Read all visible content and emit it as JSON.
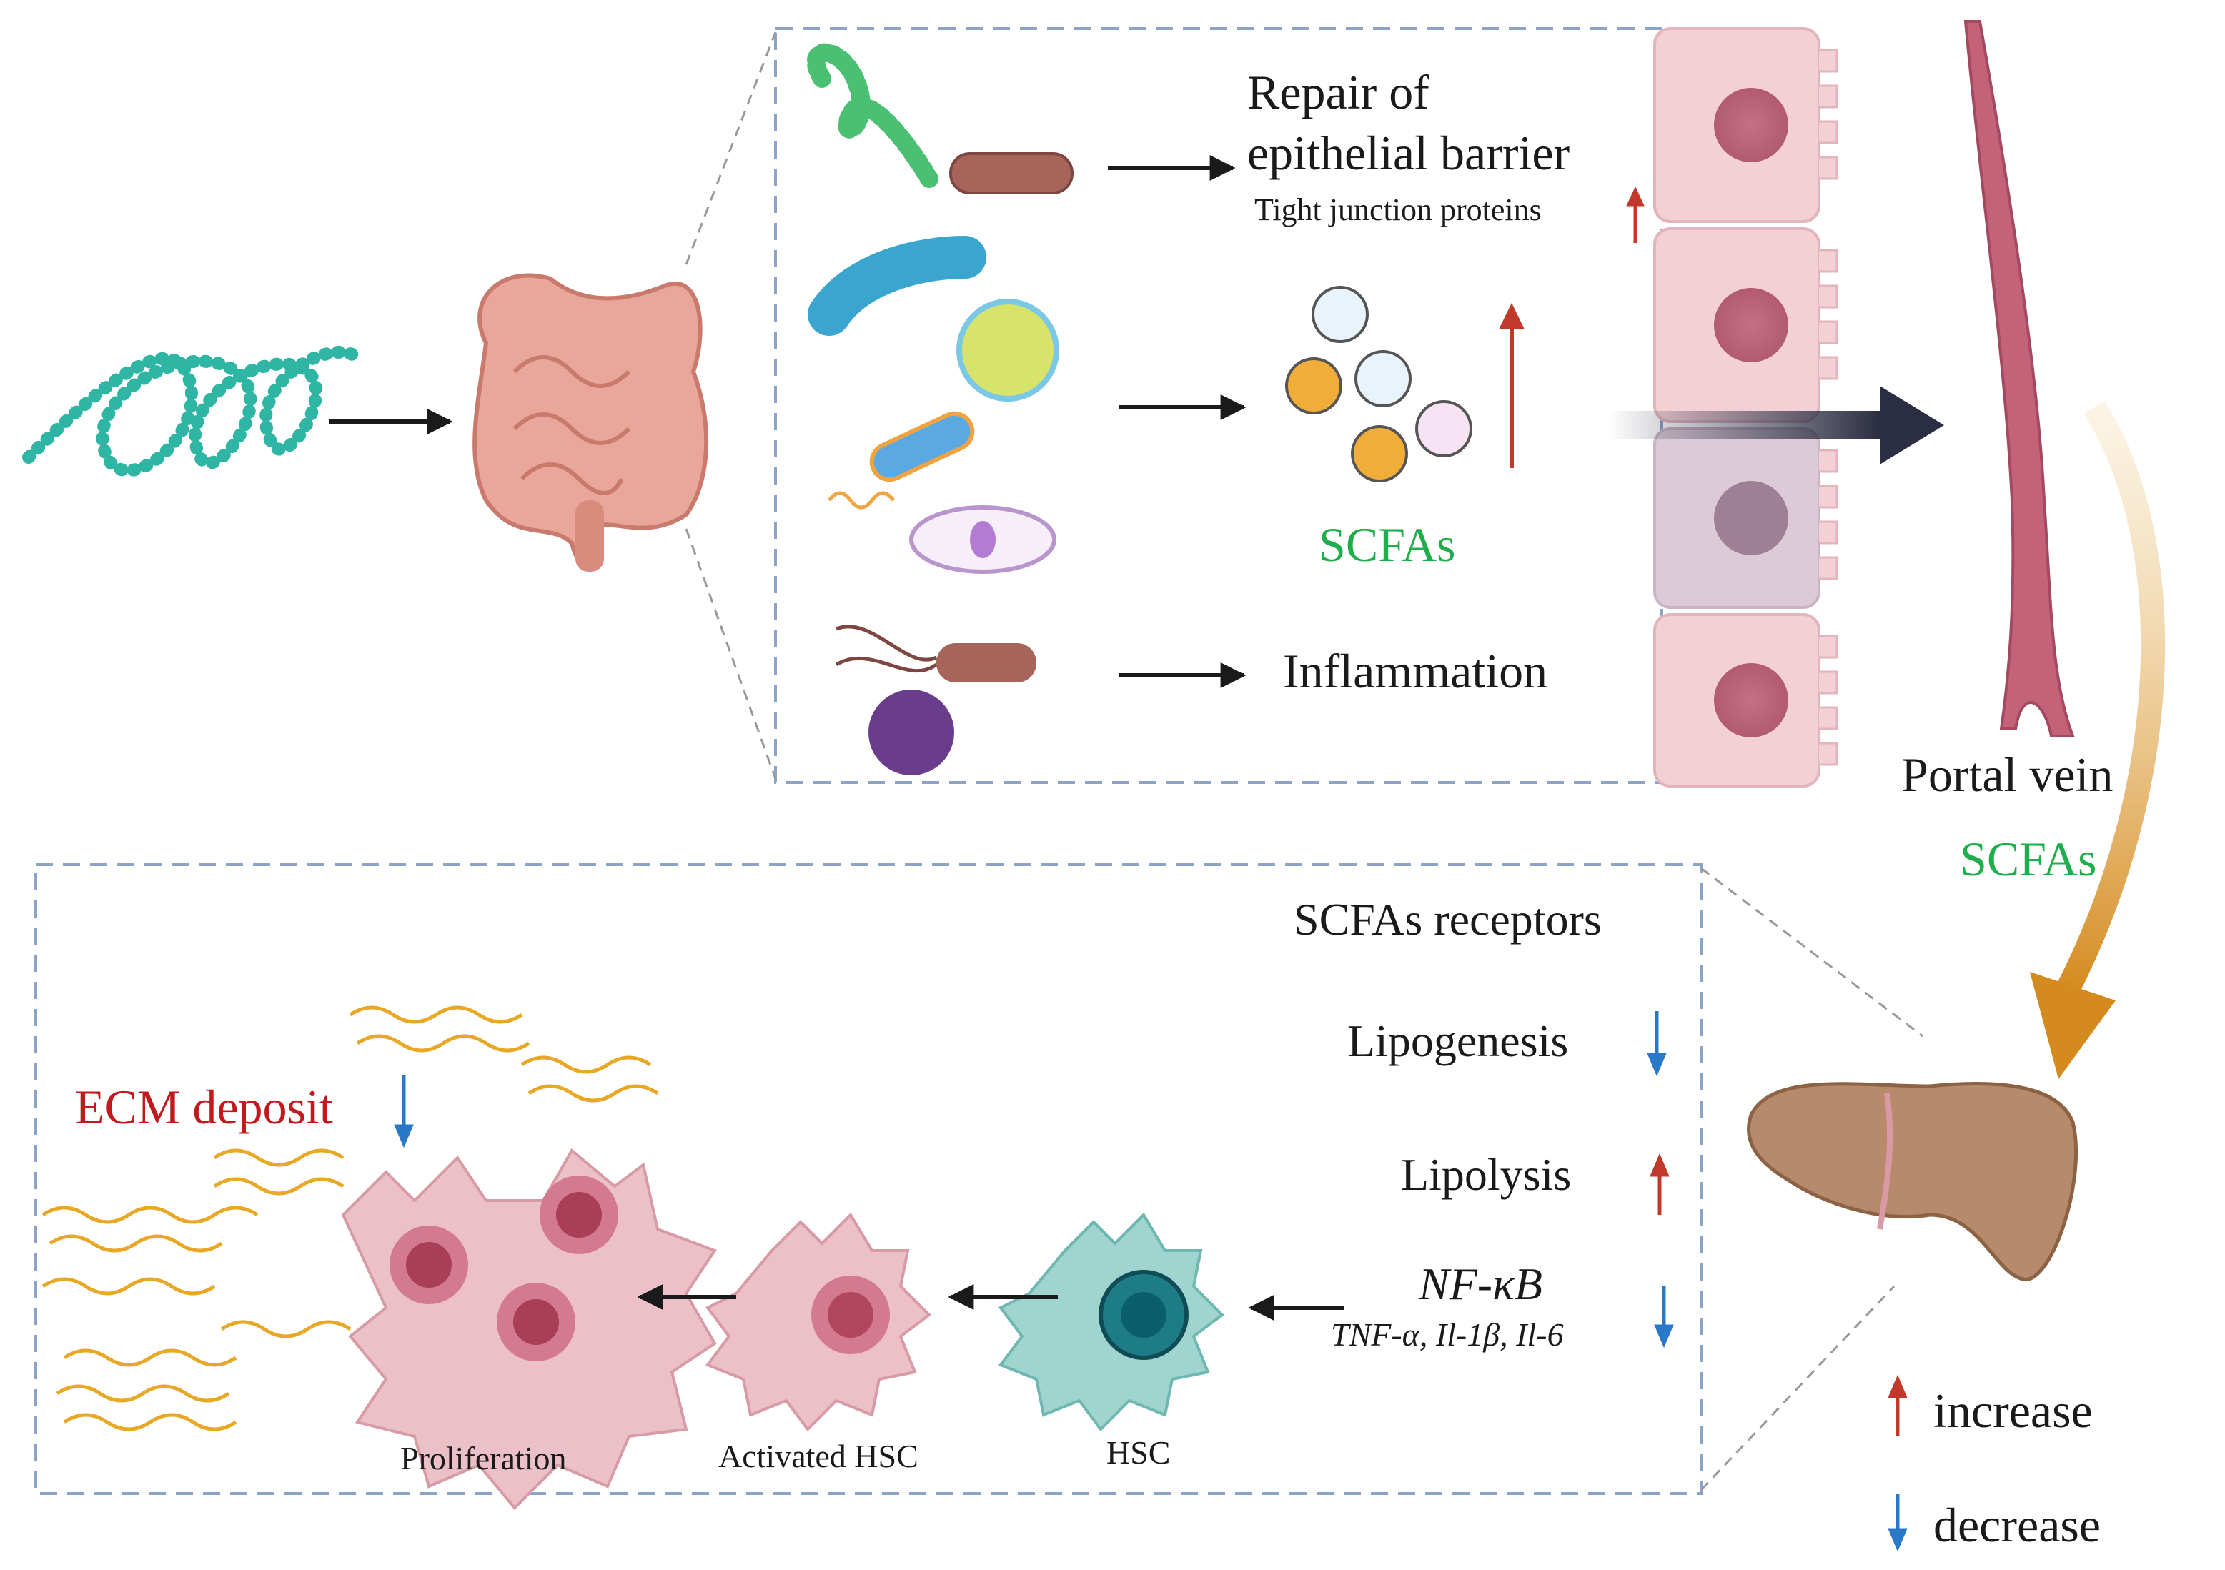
{
  "colors": {
    "increase": "#c0392b",
    "decrease": "#2a78c8",
    "scfa_green": "#1fae4b",
    "ecm_red": "#c0191e",
    "dashed_box": "#8aa3c7",
    "fiber": "#e8a825",
    "portal_arrow": "#d9902a"
  },
  "gut": {
    "repair_line1": "Repair of",
    "repair_line2": "epithelial barrier",
    "tight_junction": "Tight junction proteins",
    "scfas": "SCFAs",
    "inflammation": "Inflammation"
  },
  "portal": {
    "portal_vein": "Portal vein",
    "scfas": "SCFAs"
  },
  "liver": {
    "receptors": "SCFAs receptors",
    "lipogenesis": "Lipogenesis",
    "lipolysis": "Lipolysis",
    "nfkb": "NF-κB",
    "cytokines": "TNF-α, Il-1β, Il-6",
    "ecm_deposit": "ECM deposit",
    "hsc": "HSC",
    "activated_hsc": "Activated HSC",
    "proliferation": "Proliferation"
  },
  "legend": {
    "increase": "increase",
    "decrease": "decrease"
  },
  "icons": [
    "fiber-chain-icon",
    "intestine-icon",
    "bacteria-icon",
    "scfa-molecule-icon",
    "epithelial-cell-icon",
    "portal-vein-icon",
    "liver-icon",
    "hsc-cell-icon",
    "up-arrow-icon",
    "down-arrow-icon"
  ]
}
